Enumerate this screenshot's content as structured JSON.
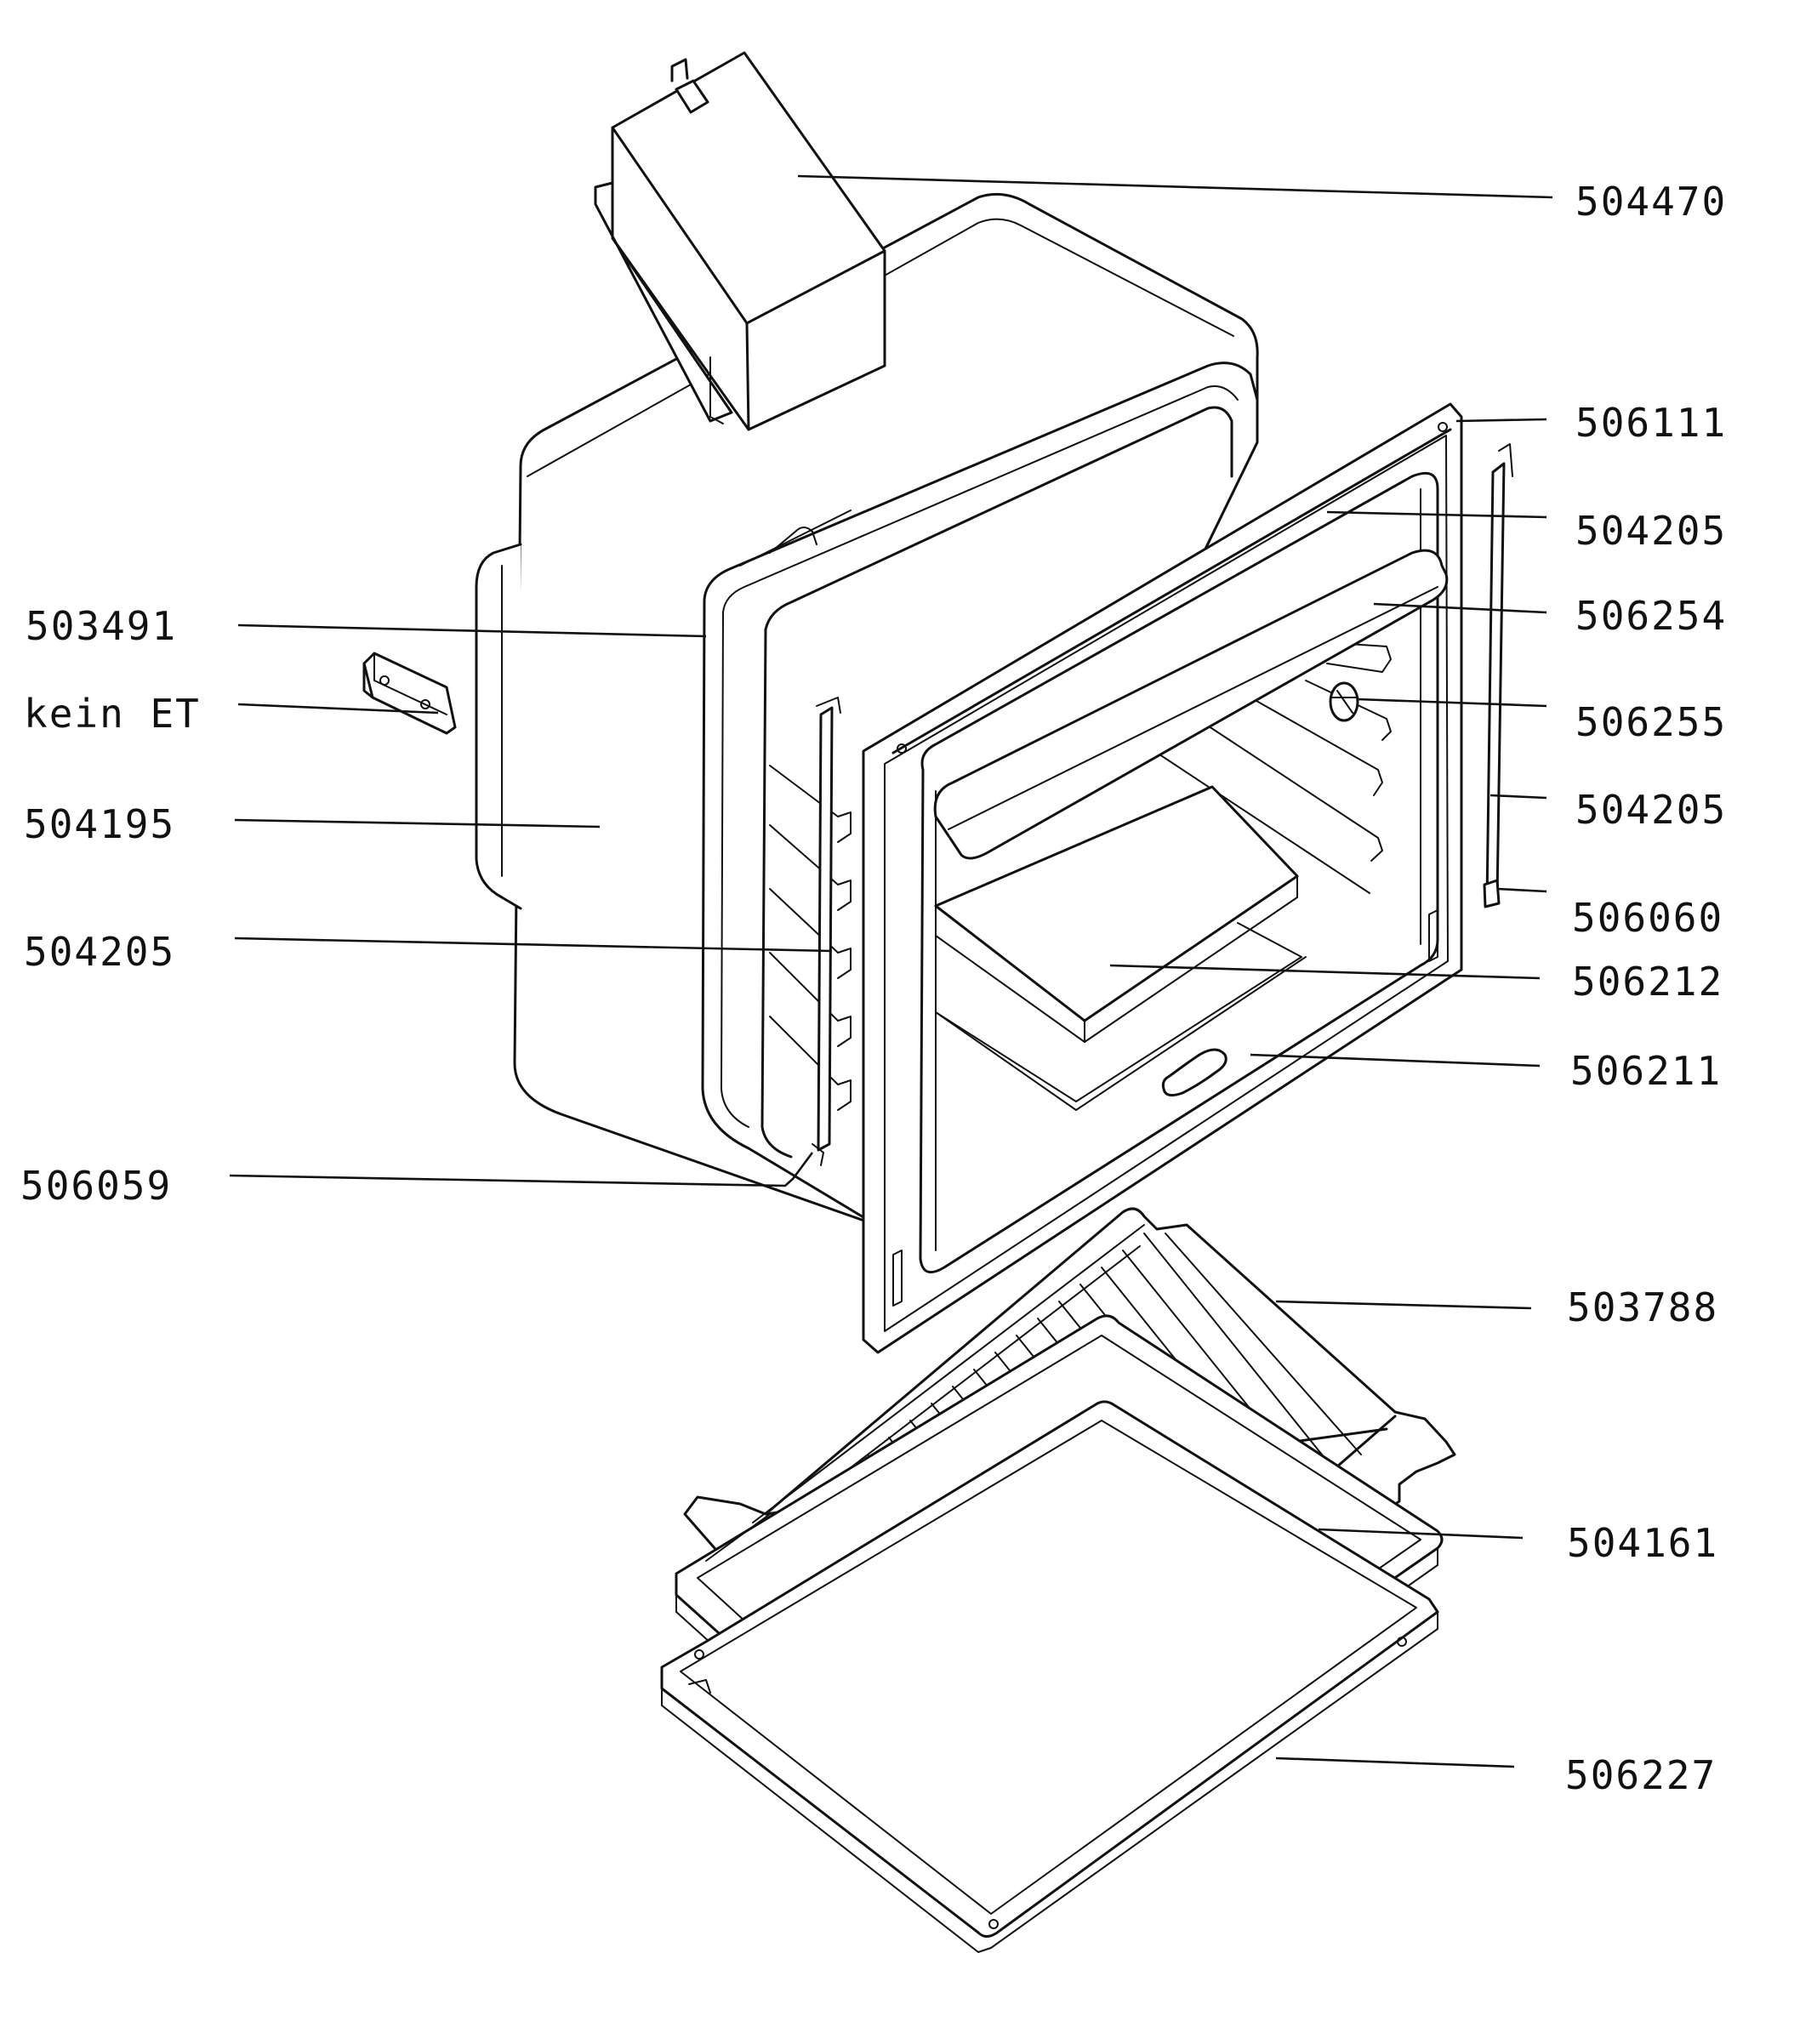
{
  "labels": {
    "p504470": "504470",
    "p506111": "506111",
    "p504205_top": "504205",
    "p506254": "506254",
    "p506255": "506255",
    "p504205_right": "504205",
    "p506060": "506060",
    "p506212": "506212",
    "p506211": "506211",
    "p503788": "503788",
    "p504161": "504161",
    "p506227": "506227",
    "p503491": "503491",
    "kein_et": "kein ET",
    "p504195": "504195",
    "p504205_left": "504205",
    "p506059": "506059"
  }
}
